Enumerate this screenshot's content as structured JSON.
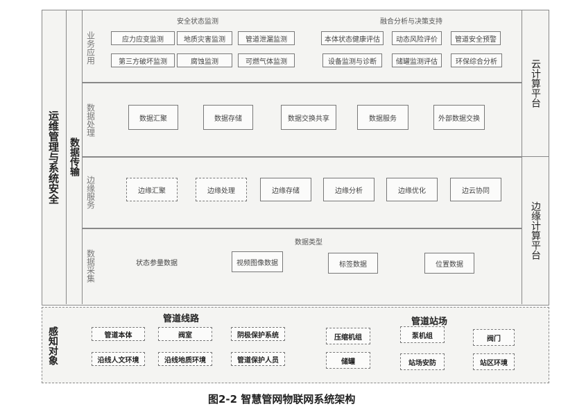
{
  "left": {
    "ops": "运维管理与系统安全",
    "transport": "数据传输"
  },
  "right": {
    "cloud": "云计算平台",
    "edge": "边缘计算平台"
  },
  "layers": {
    "business": {
      "label": "业务应用",
      "group1": {
        "title": "安全状态监测",
        "items": [
          "应力应变监测",
          "地质灾害监测",
          "管道泄漏监测",
          "第三方破坏监测",
          "腐蚀监测",
          "可燃气体监测"
        ]
      },
      "group2": {
        "title": "融合分析与决策支持",
        "items": [
          "本体状态健康评估",
          "动态风险评价",
          "管道安全预警",
          "设备监测与诊断",
          "储罐监测评估",
          "环保综合分析"
        ]
      }
    },
    "processing": {
      "label": "数据处理",
      "items": [
        "数据汇聚",
        "数据存储",
        "数据交换共享",
        "数据服务",
        "外部数据交换"
      ]
    },
    "edge": {
      "label": "边缘服务",
      "items": [
        "边缘汇聚",
        "边缘处理",
        "边缘存储",
        "边缘分析",
        "边缘优化",
        "边云协同"
      ]
    },
    "collection": {
      "label": "数据采集",
      "title": "数据类型",
      "items": [
        "状态参量数据",
        "视频图像数据",
        "标签数据",
        "位置数据"
      ]
    }
  },
  "perception": {
    "label": "感知对象",
    "pipeline": {
      "title": "管道线路",
      "items": [
        "管道本体",
        "阀室",
        "阴极保护系统",
        "沿线人文环境",
        "沿线地质环境",
        "管道保护人员"
      ]
    },
    "station": {
      "title": "管道站场",
      "items": [
        "压缩机组",
        "泵机组",
        "阀门",
        "储罐",
        "站场安防",
        "站区环境"
      ]
    }
  },
  "caption": "图2-2 智慧管网物联网系统架构"
}
